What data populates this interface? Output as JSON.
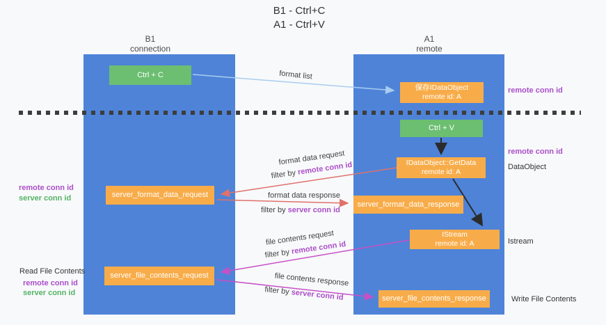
{
  "title": {
    "line1": "B1 - Ctrl+C",
    "line2": "A1 - Ctrl+V"
  },
  "columns": {
    "left": {
      "header_line1": "B1",
      "header_line2": "connection"
    },
    "right": {
      "header_line1": "A1",
      "header_line2": "remote"
    }
  },
  "nodes": {
    "ctrl_c": "Ctrl + C",
    "ctrl_v": "Ctrl + V",
    "save_dataobject": {
      "line1": "保存IDataObject",
      "line2": "remote id: A"
    },
    "getdata": {
      "line1": "IDataObject::GetData",
      "line2": "remote id: A"
    },
    "istream": {
      "line1": "IStream",
      "line2": "remote id: A"
    },
    "server_format_data_request": "server_format_data_request",
    "server_format_data_response": "server_format_data_response",
    "server_file_contents_request": "server_file_contents_request",
    "server_file_contents_response": "server_file_contents_response"
  },
  "flow_labels": {
    "format_list": "format list",
    "format_data_request": "format data request",
    "format_data_response": "format data response",
    "file_contents_request": "file contents request",
    "file_contents_response": "file contents response",
    "filter_by": "filter by ",
    "remote_conn_id": "remote conn id",
    "server_conn_id": "server conn id"
  },
  "side_labels": {
    "right_remote_conn_id_top": "remote conn id",
    "right_remote_conn_id_mid": "remote conn id",
    "dataobject": "DataObject",
    "istream": "Istream",
    "write_file_contents": "Write File Contents",
    "left_remote_conn_id_top": "remote conn id",
    "left_server_conn_id_top": "server conn id",
    "read_file_contents": "Read File Contents",
    "left_remote_conn_id_bottom": "remote conn id",
    "left_server_conn_id_bottom": "server conn id"
  },
  "colors": {
    "column_blue": "#4e83d8",
    "box_orange": "#f8ac49",
    "box_green": "#6cbe71",
    "arrow_red": "#e0716b",
    "arrow_magenta": "#c750c7",
    "arrow_lightblue": "#a9cdee",
    "arrow_black": "#2b2b2b",
    "text_purple": "#ab4fc8",
    "text_green": "#53b365",
    "dash": "#3d3d3d"
  }
}
